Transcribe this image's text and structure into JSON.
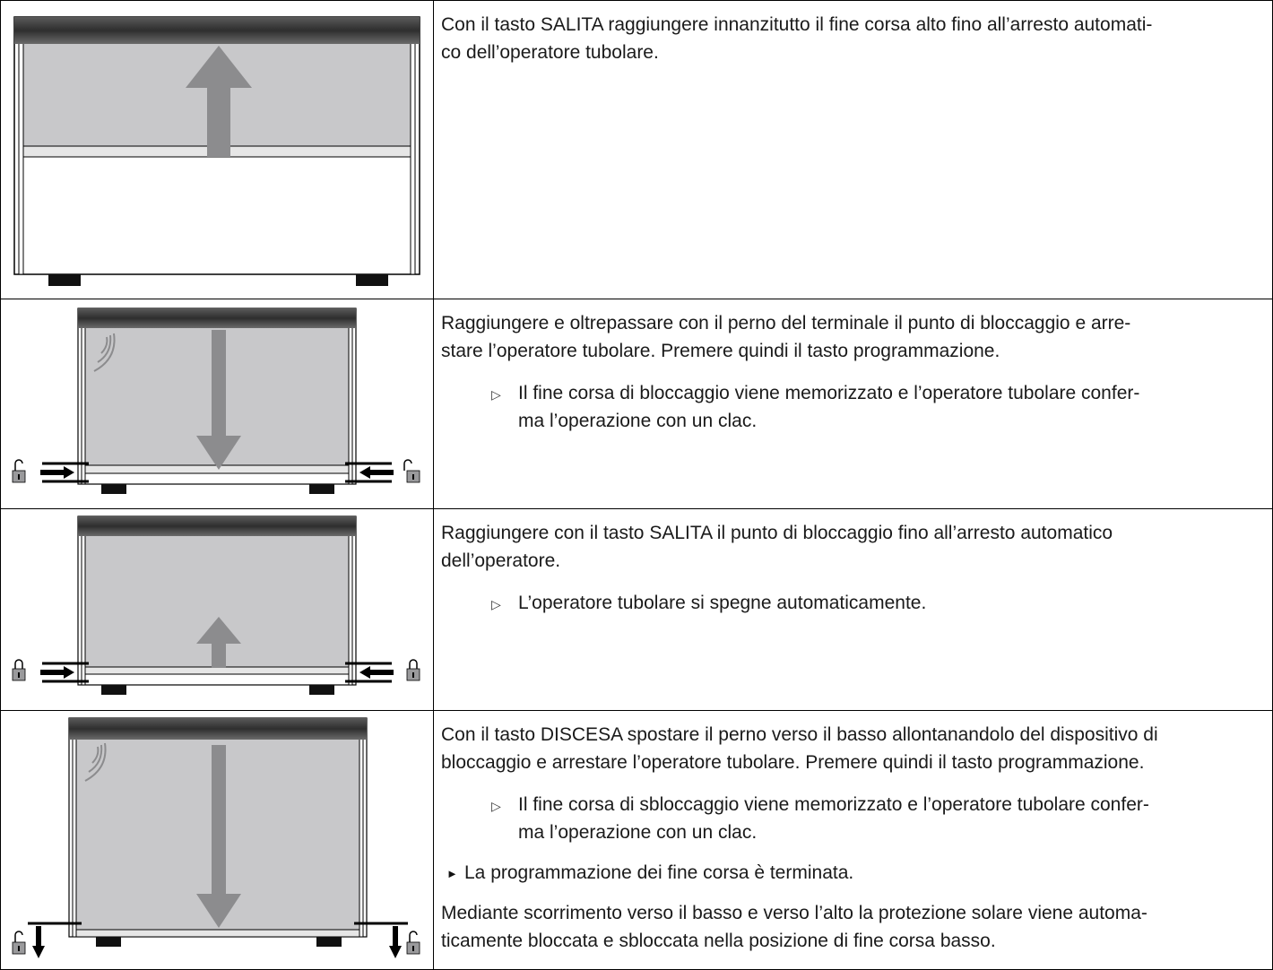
{
  "steps": [
    {
      "paragraphs": [
        "Con il tasto SALITA raggiungere innanzitutto il fine corsa alto fino all’arresto automati-",
        "co dell’operatore tubolare."
      ]
    },
    {
      "paragraphs": [
        "Raggiungere e oltrepassare con il perno del terminale il punto di bloccaggio e arre-",
        "stare l’operatore tubolare. Premere quindi il tasto programmazione."
      ],
      "result": [
        "Il fine corsa di bloccaggio viene memorizzato e l’operatore tubolare confer-",
        "ma l’operazione con un clac."
      ]
    },
    {
      "paragraphs": [
        "Raggiungere con il tasto SALITA il punto di bloccaggio fino all’arresto automatico",
        "dell’operatore."
      ],
      "result": [
        "L’operatore tubolare si spegne automaticamente."
      ]
    },
    {
      "paragraphs": [
        "Con il tasto DISCESA spostare il perno verso il basso allontanandolo del dispositivo di",
        "bloccaggio e arrestare l’operatore tubolare. Premere quindi il tasto programmazione."
      ],
      "result": [
        "Il fine corsa di sbloccaggio viene memorizzato e l’operatore tubolare confer-",
        "ma l’operazione con un clac."
      ],
      "action": "La programmazione dei fine corsa è terminata.",
      "note": [
        "Mediante scorrimento verso il basso e verso l’alto la protezione solare viene automa-",
        "ticamente bloccata e sbloccata nella posizione di fine corsa basso."
      ]
    }
  ],
  "icons": {
    "result_marker": "open-triangle-right-icon",
    "action_marker": "filled-triangle-right-icon",
    "lock_open": "padlock-open-icon",
    "lock_closed": "padlock-closed-icon",
    "click_sound": "sound-waves-icon"
  },
  "colors": {
    "awning_fill": "#c8c8ca",
    "arrow_gray": "#8c8c8e",
    "roller_dark": "#3a3a3a"
  }
}
